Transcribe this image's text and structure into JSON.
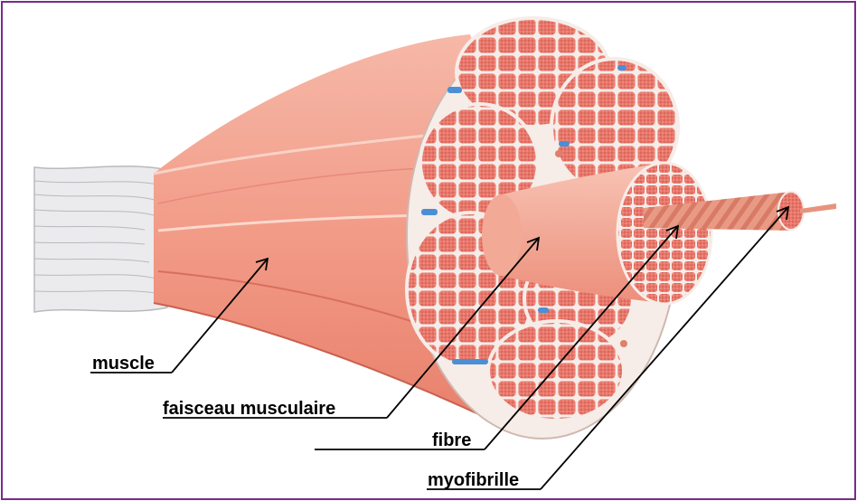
{
  "labels": {
    "muscle": "muscle",
    "faisceau": "faisceau musculaire",
    "fibre": "fibre",
    "myofibrille": "myofibrille"
  },
  "colors": {
    "border": "#7a2a8c",
    "muscle": "#f0a08e",
    "muscle_dark": "#e07f6c",
    "tendon": "#e8e8ea",
    "fiber_fill": "#e9776b",
    "membrane": "#f7ece8",
    "vessel": "#4a8fd6"
  }
}
